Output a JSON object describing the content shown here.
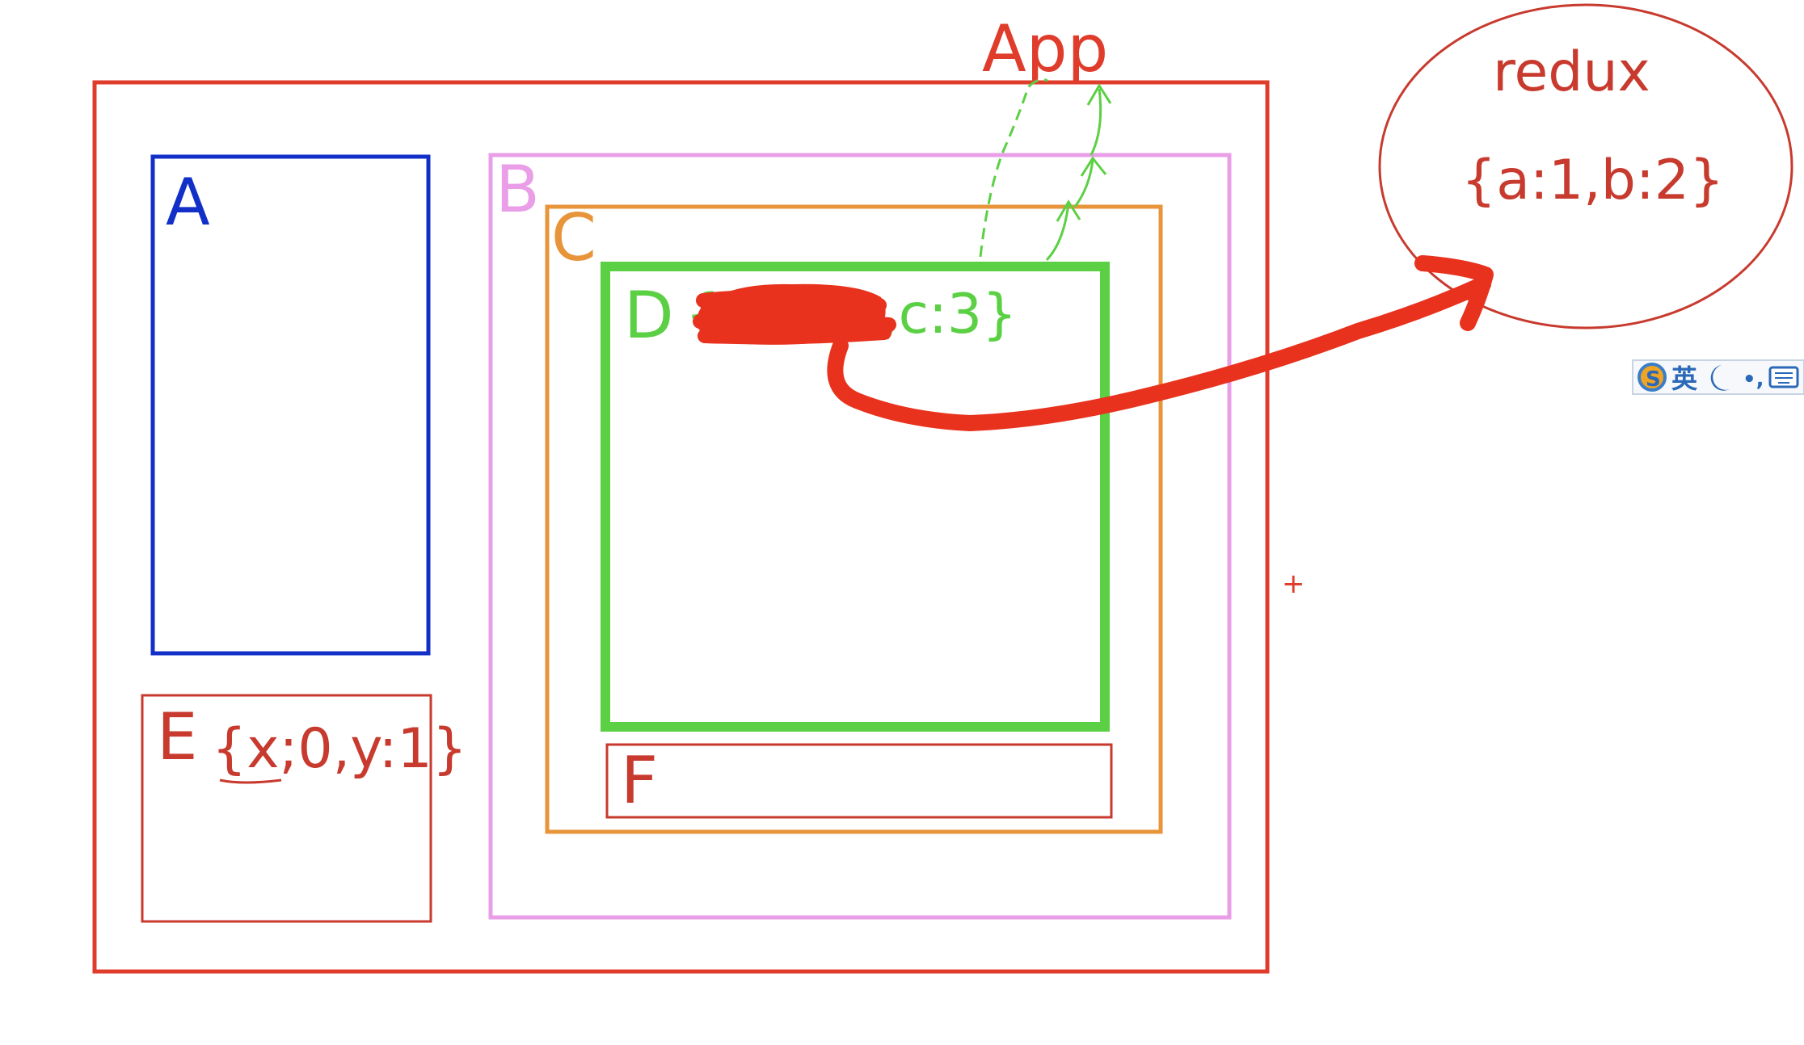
{
  "colors": {
    "app": "#e03c2c",
    "a": "#1230c8",
    "b": "#ea9ee8",
    "c": "#e8943a",
    "d": "#5cd044",
    "e": "#c83a2e",
    "f": "#c83a2e",
    "redux": "#c83a2e",
    "scribble": "#e8321e"
  },
  "labels": {
    "app": "App",
    "a": "A",
    "b": "B",
    "c": "C",
    "d": "D",
    "d_state_open": "{",
    "d_state_tail": ",c:3}",
    "e": "E",
    "e_state": "{x;0,y:1}",
    "f": "F",
    "redux": "redux",
    "redux_state": "{a:1,b:2}",
    "plus": "+"
  },
  "ime_toolbar": {
    "logo": "S",
    "lang": "英",
    "moon_icon": "moon-icon",
    "punct": "•,",
    "keyboard_icon": "keyboard-icon"
  }
}
